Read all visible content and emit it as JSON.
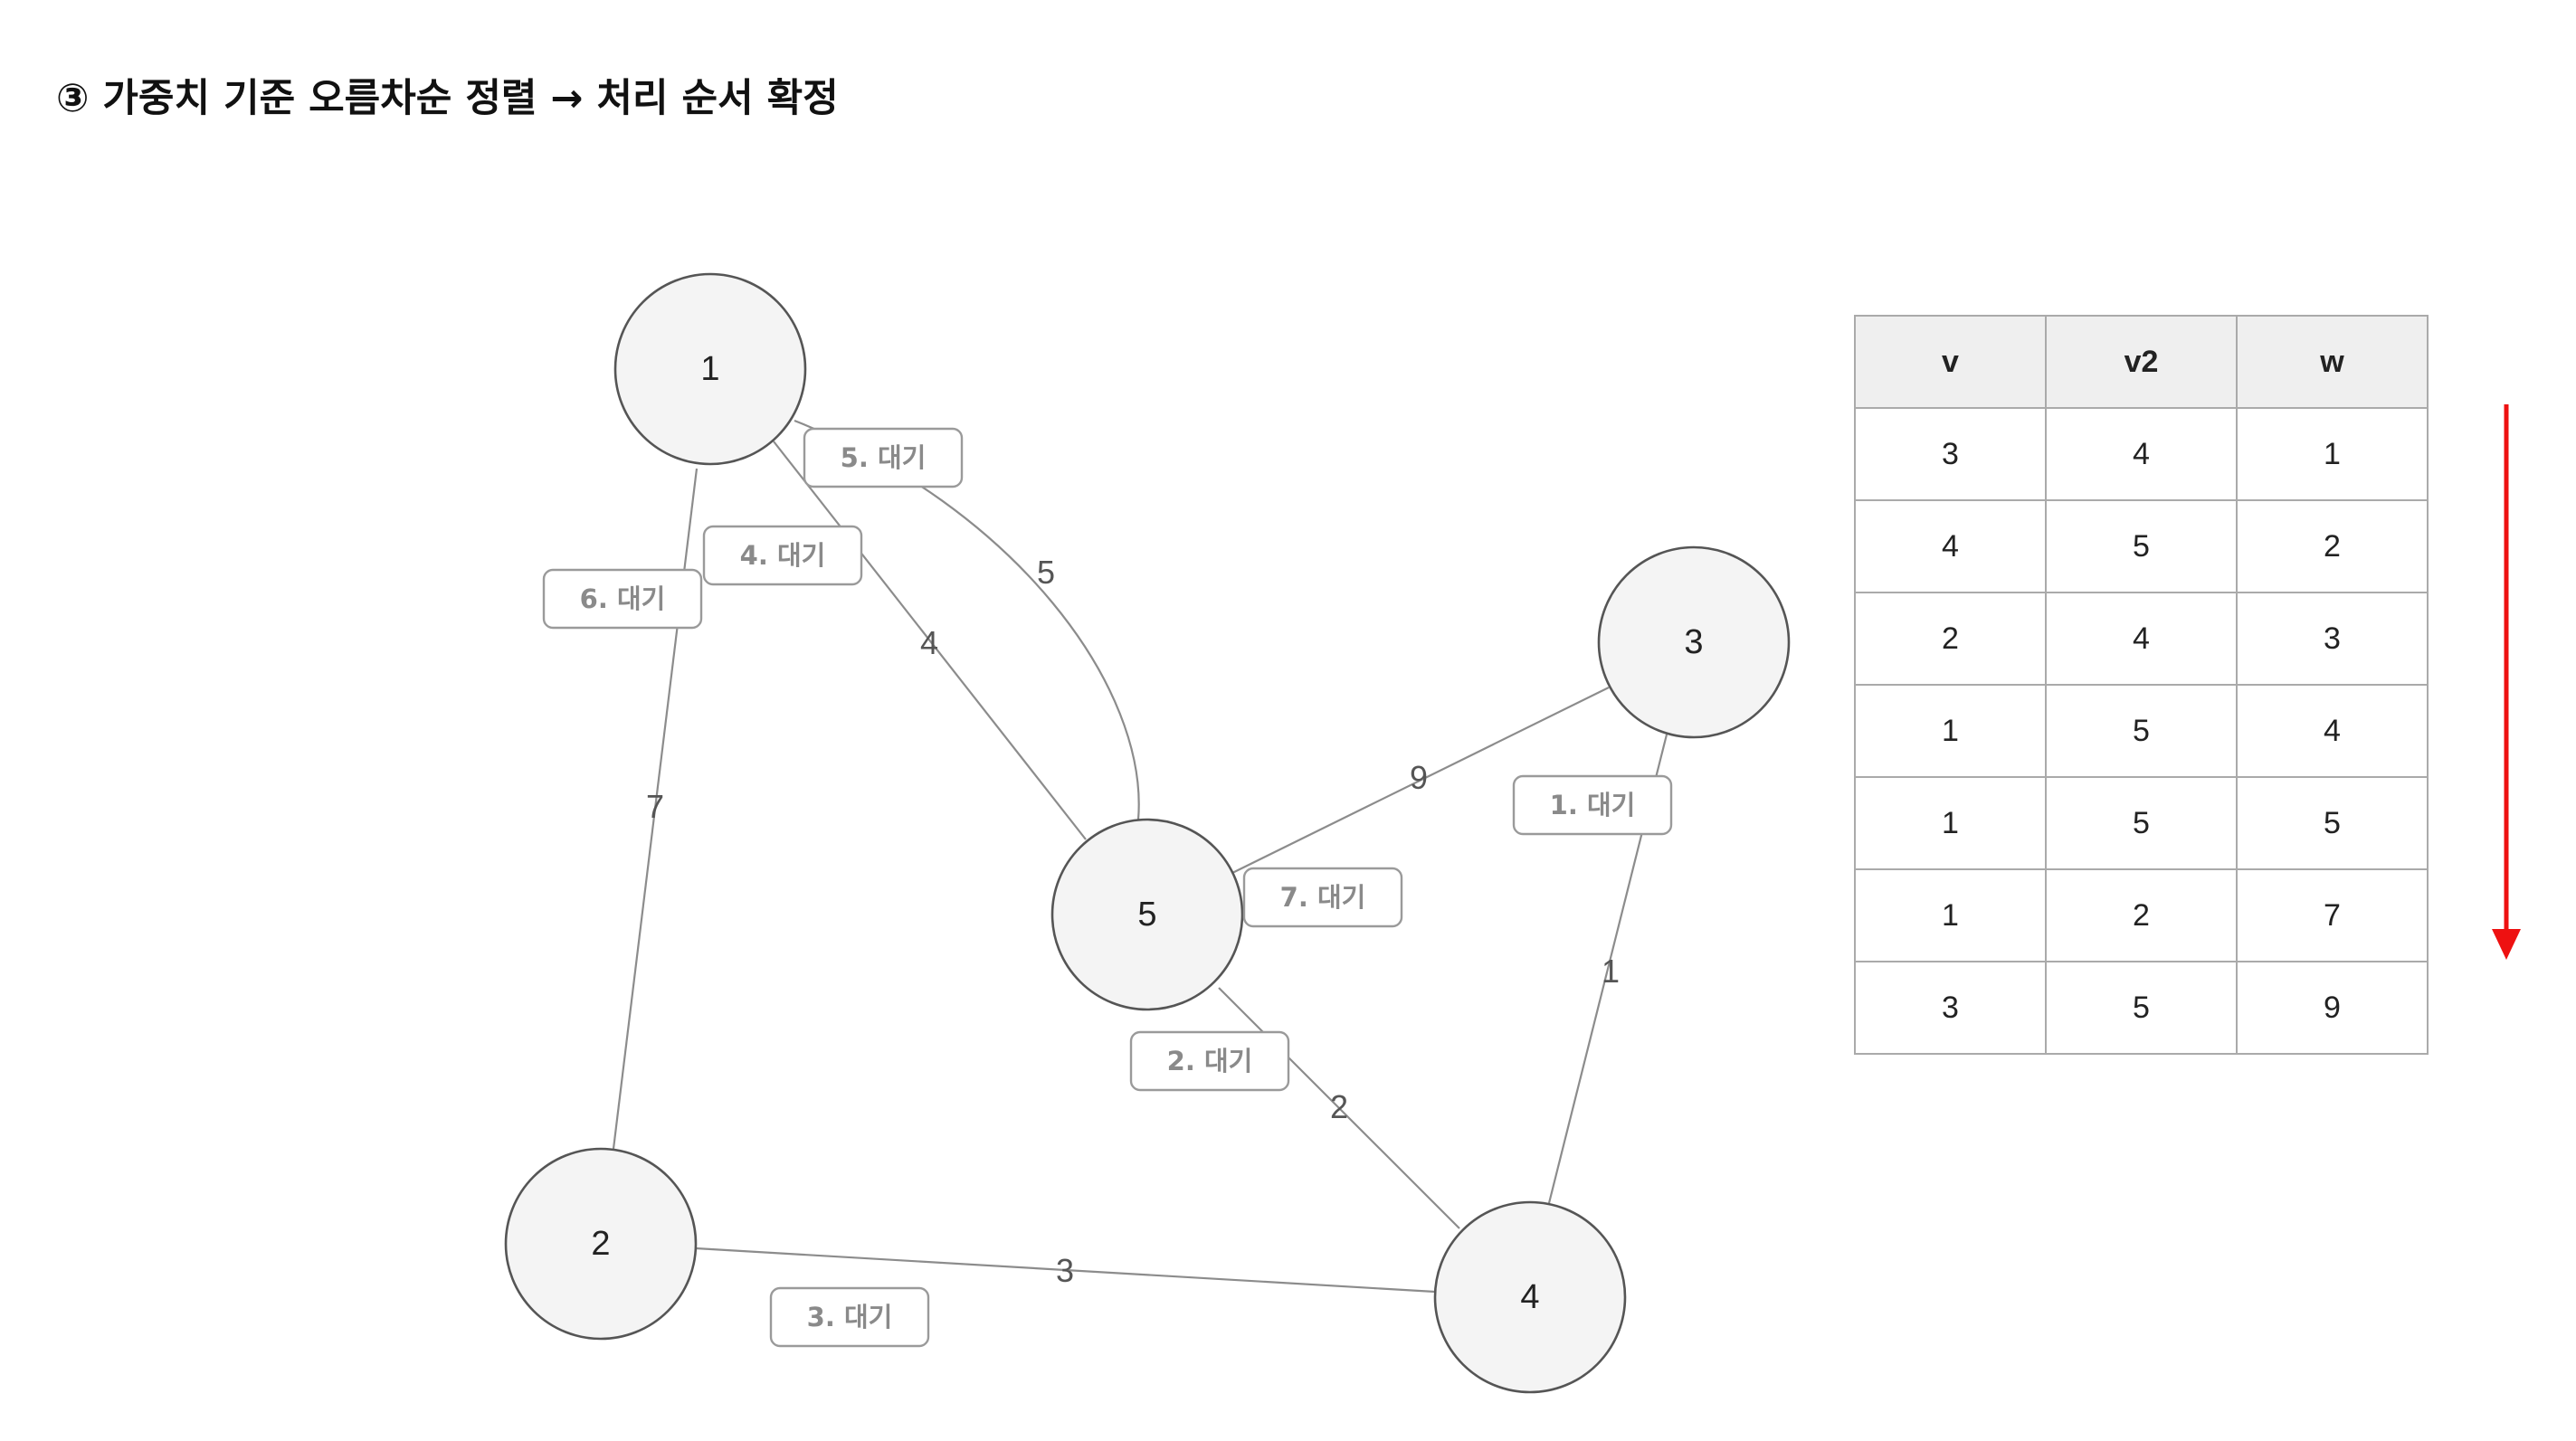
{
  "title": "③ 가중치 기준 오름차순 정렬 → 처리 순서 확정",
  "graph": {
    "nodes": [
      {
        "id": "1",
        "label": "1"
      },
      {
        "id": "2",
        "label": "2"
      },
      {
        "id": "3",
        "label": "3"
      },
      {
        "id": "4",
        "label": "4"
      },
      {
        "id": "5",
        "label": "5"
      }
    ],
    "edges": [
      {
        "from": "1",
        "to": "2",
        "weight": "7",
        "status": "6. 대기"
      },
      {
        "from": "1",
        "to": "5",
        "weight": "4",
        "status": "4. 대기"
      },
      {
        "from": "1",
        "to": "5",
        "weight": "5",
        "status": "5. 대기"
      },
      {
        "from": "3",
        "to": "5",
        "weight": "9",
        "status": "7. 대기"
      },
      {
        "from": "3",
        "to": "4",
        "weight": "1",
        "status": "1. 대기"
      },
      {
        "from": "5",
        "to": "4",
        "weight": "2",
        "status": "2. 대기"
      },
      {
        "from": "2",
        "to": "4",
        "weight": "3",
        "status": "3. 대기"
      }
    ]
  },
  "table": {
    "headers": [
      "v",
      "v2",
      "w"
    ],
    "rows": [
      [
        "3",
        "4",
        "1"
      ],
      [
        "4",
        "5",
        "2"
      ],
      [
        "2",
        "4",
        "3"
      ],
      [
        "1",
        "5",
        "4"
      ],
      [
        "1",
        "5",
        "5"
      ],
      [
        "1",
        "2",
        "7"
      ],
      [
        "3",
        "5",
        "9"
      ]
    ]
  },
  "colors": {
    "sort_arrow": "#ee1111",
    "node_fill": "#f4f4f4",
    "edge": "#8c8c8c"
  }
}
